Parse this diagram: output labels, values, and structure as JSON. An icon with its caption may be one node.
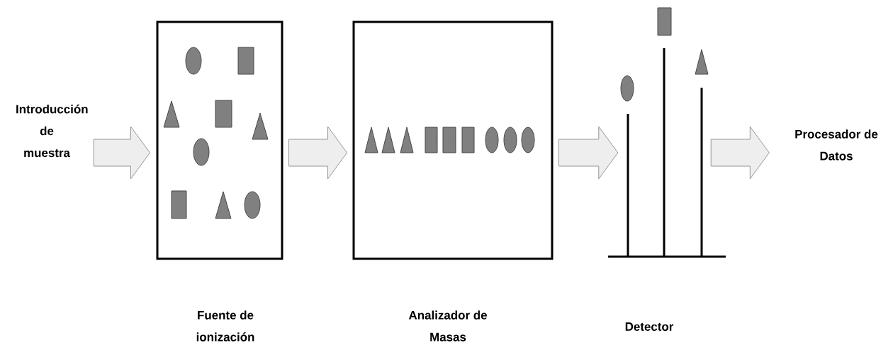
{
  "diagram": {
    "nodes": [
      {
        "text": [
          "Introducción de muestra"
        ]
      },
      {
        "text": [
          "Fuente de ionización"
        ]
      },
      {
        "text": [
          "Analizador de Masas"
        ]
      },
      {
        "text": [
          "Detector"
        ]
      },
      {
        "text": [
          "Procesador de Datos"
        ]
      }
    ],
    "edges": [
      {
        "from": 0,
        "to": 1,
        "arrow": "to"
      },
      {
        "from": 1,
        "to": 2,
        "arrow": "to"
      },
      {
        "from": 2,
        "to": 3,
        "arrow": "to"
      },
      {
        "from": 3,
        "to": 4,
        "arrow": "to"
      }
    ]
  }
}
